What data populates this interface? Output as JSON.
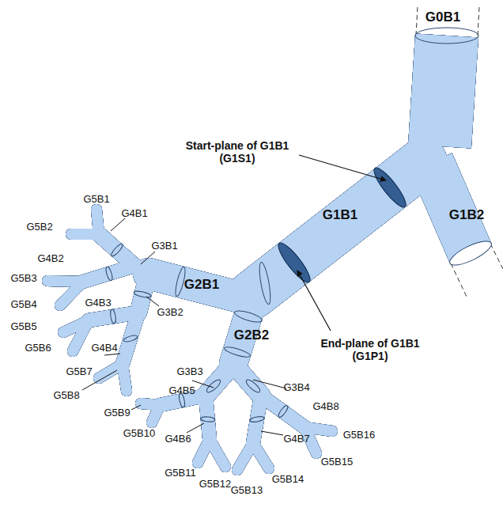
{
  "diagram": {
    "labels": [
      "G0B1",
      "G1B2",
      "G1B1",
      "Start-plane of G1B1 (G1S1)",
      "End-plane of G1B1 (G1P1)",
      "G2B1",
      "G2B2",
      "G5B1",
      "G5B2",
      "G4B1",
      "G4B2",
      "G3B1",
      "G5B3",
      "G5B4",
      "G4B3",
      "G3B2",
      "G5B5",
      "G5B6",
      "G4B4",
      "G5B7",
      "G5B8",
      "G3B3",
      "G3B4",
      "G4B5",
      "G4B8",
      "G5B9",
      "G5B10",
      "G4B6",
      "G4B7",
      "G5B16",
      "G5B15",
      "G5B11",
      "G5B12",
      "G5B13",
      "G5B14"
    ]
  }
}
